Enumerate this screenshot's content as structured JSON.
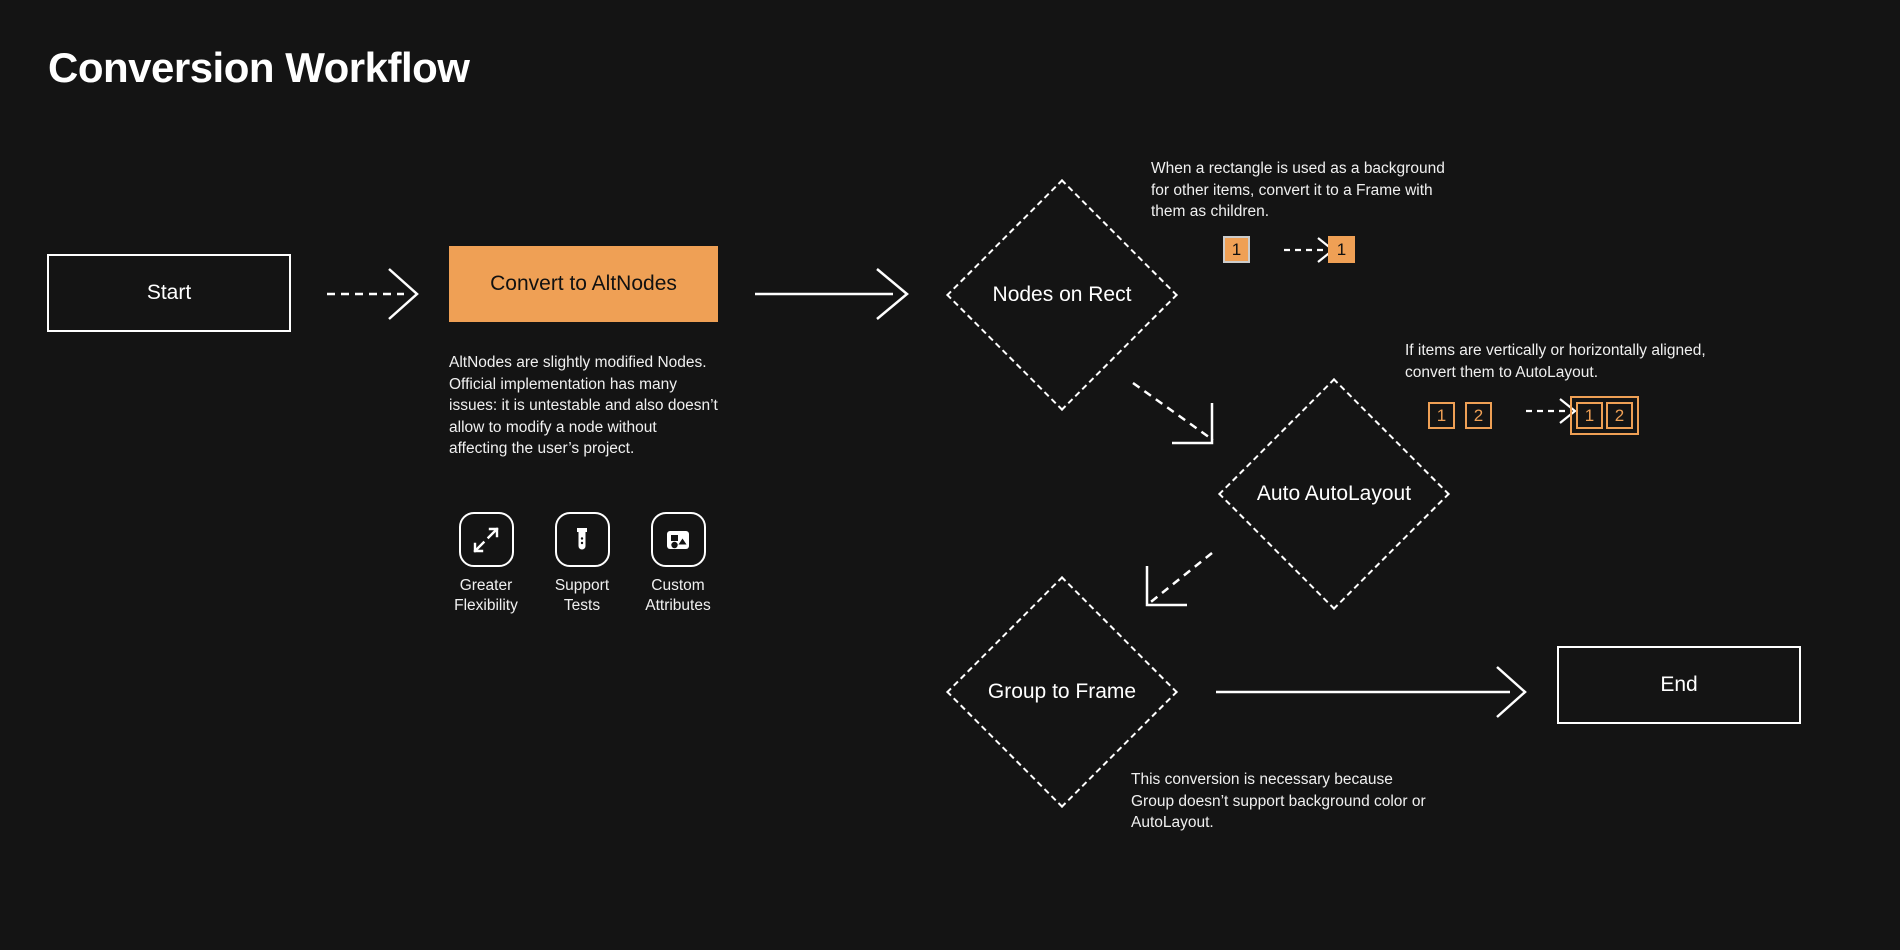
{
  "page": {
    "title": "Conversion Workflow",
    "background_color": "#141414",
    "accent_color": "#efa055",
    "text_color": "#ffffff"
  },
  "nodes": {
    "start": {
      "label": "Start"
    },
    "convert": {
      "label": "Convert to AltNodes"
    },
    "nodes_on_rect": {
      "label": "Nodes on Rect"
    },
    "auto_autolayout": {
      "label": "Auto AutoLayout"
    },
    "group_to_frame": {
      "label": "Group to Frame"
    },
    "end": {
      "label": "End"
    }
  },
  "notes": {
    "altnodes": "AltNodes are slightly modified Nodes. Official implementation has many issues: it is untestable and also doesn’t allow to modify a node without affecting the user’s project.",
    "nodes_on_rect": "When a rectangle is used as a background for other items, convert it to a Frame with them as children.",
    "auto_autolayout": "If items are vertically or horizontally aligned, convert them to AutoLayout.",
    "group_to_frame": "This conversion is necessary because Group doesn’t support background color or AutoLayout."
  },
  "features": [
    {
      "icon": "expand-arrows-icon",
      "caption_line1": "Greater",
      "caption_line2": "Flexibility"
    },
    {
      "icon": "test-tube-icon",
      "caption_line1": "Support",
      "caption_line2": "Tests"
    },
    {
      "icon": "shapes-icon",
      "caption_line1": "Custom",
      "caption_line2": "Attributes"
    }
  ],
  "badges": {
    "rect_before": [
      "1"
    ],
    "rect_after": [
      "1"
    ],
    "autolayout_before": [
      "1",
      "2"
    ],
    "autolayout_after": [
      "1",
      "2"
    ]
  },
  "edges": [
    {
      "from": "start",
      "to": "convert",
      "style": "dashed"
    },
    {
      "from": "convert",
      "to": "nodes_on_rect",
      "style": "solid"
    },
    {
      "from": "nodes_on_rect",
      "to": "auto_autolayout",
      "style": "dashed"
    },
    {
      "from": "auto_autolayout",
      "to": "group_to_frame",
      "style": "dashed"
    },
    {
      "from": "group_to_frame",
      "to": "end",
      "style": "solid"
    }
  ]
}
